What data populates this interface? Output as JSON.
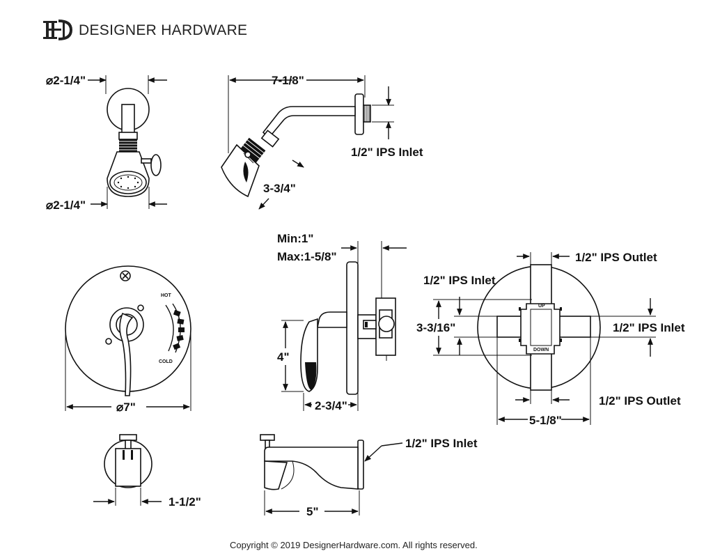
{
  "brand": {
    "name": "DESIGNER HARDWARE",
    "logo_letters": "DH"
  },
  "labels": {
    "showerhead_top_dia": "⌀2-1/4\"",
    "showerhead_bottom_dia": "⌀2-1/4\"",
    "arm_length": "7-1/8\"",
    "arm_inlet": "1/2\" IPS Inlet",
    "head_drop": "3-3/4\"",
    "min_depth": "Min:1\"",
    "max_depth": "Max:1-5/8\"",
    "handle_height": "4\"",
    "handle_projection": "2-3/4\"",
    "trim_diameter": "⌀7\"",
    "valve_outlet_top": "1/2\" IPS Outlet",
    "valve_inlet_left": "1/2\" IPS Inlet",
    "valve_height": "3-3/16\"",
    "valve_inlet_right": "1/2\" IPS Inlet",
    "valve_outlet_bottom": "1/2\" IPS Outlet",
    "valve_width": "5-1/8\"",
    "spout_diameter": "1-1/2\"",
    "spout_inlet": "1/2\" IPS Inlet",
    "spout_length": "5\"",
    "trim_hot": "HOT",
    "trim_cold": "COLD",
    "valve_up": "UP",
    "valve_down": "DOWN"
  },
  "footer": {
    "copyright": "Copyright © 2019 DesignerHardware.com. All rights reserved."
  },
  "colors": {
    "ink": "#111111",
    "background": "#ffffff"
  }
}
